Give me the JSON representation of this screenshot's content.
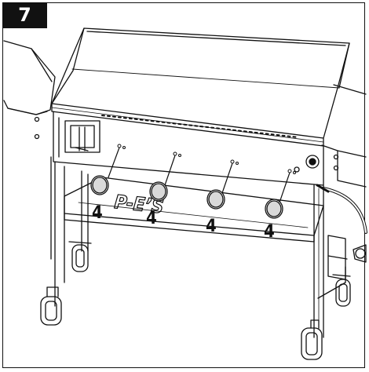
{
  "step": {
    "number": "7"
  },
  "callouts": [
    {
      "label": "4",
      "part": "control-knob"
    },
    {
      "label": "4",
      "part": "control-knob"
    },
    {
      "label": "4",
      "part": "control-knob"
    },
    {
      "label": "4",
      "part": "control-knob"
    }
  ],
  "brand_mark": "P-E’S",
  "colors": {
    "line": "#111111",
    "badge_bg": "#111111",
    "badge_text": "#ffffff",
    "background": "#ffffff"
  }
}
